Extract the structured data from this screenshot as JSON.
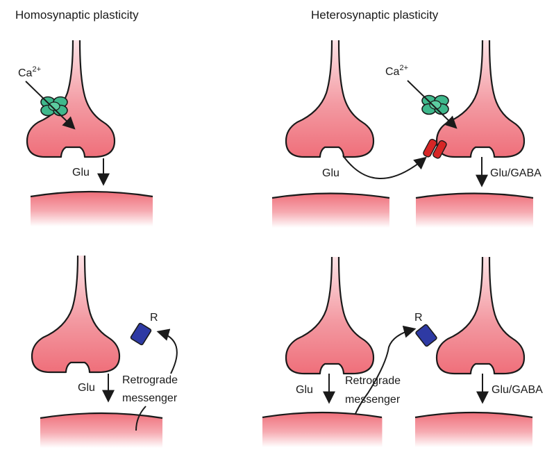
{
  "titles": {
    "homosynaptic": "Homosynaptic plasticity",
    "heterosynaptic": "Heterosynaptic plasticity"
  },
  "labels": {
    "ca_base": "Ca",
    "ca_sup": "2+",
    "glu": "Glu",
    "glu_gaba": "Glu/GABA",
    "receptor": "R",
    "retrograde_line1": "Retrograde",
    "retrograde_line2": "messenger"
  },
  "colors": {
    "terminal_fill": "#ef6f7a",
    "terminal_fade": "#fde3e6",
    "channel": "#3fb88c",
    "receptor": "#2e3aa4",
    "red_receptor": "#d62626",
    "outline": "#1a1a1a"
  }
}
